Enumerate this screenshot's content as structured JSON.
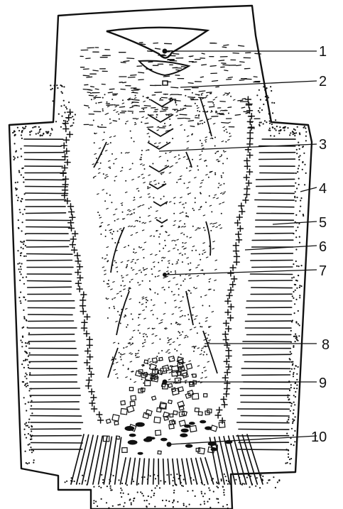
{
  "diagram": {
    "labels": [
      {
        "id": "1",
        "text": "1"
      },
      {
        "id": "2",
        "text": "2"
      },
      {
        "id": "3",
        "text": "3"
      },
      {
        "id": "4",
        "text": "4"
      },
      {
        "id": "5",
        "text": "5"
      },
      {
        "id": "6",
        "text": "6"
      },
      {
        "id": "7",
        "text": "7"
      },
      {
        "id": "8",
        "text": "8"
      },
      {
        "id": "9",
        "text": "9"
      },
      {
        "id": "10",
        "text": "10"
      }
    ]
  },
  "colors": {
    "ink": "#111111",
    "paper": "#ffffff"
  }
}
